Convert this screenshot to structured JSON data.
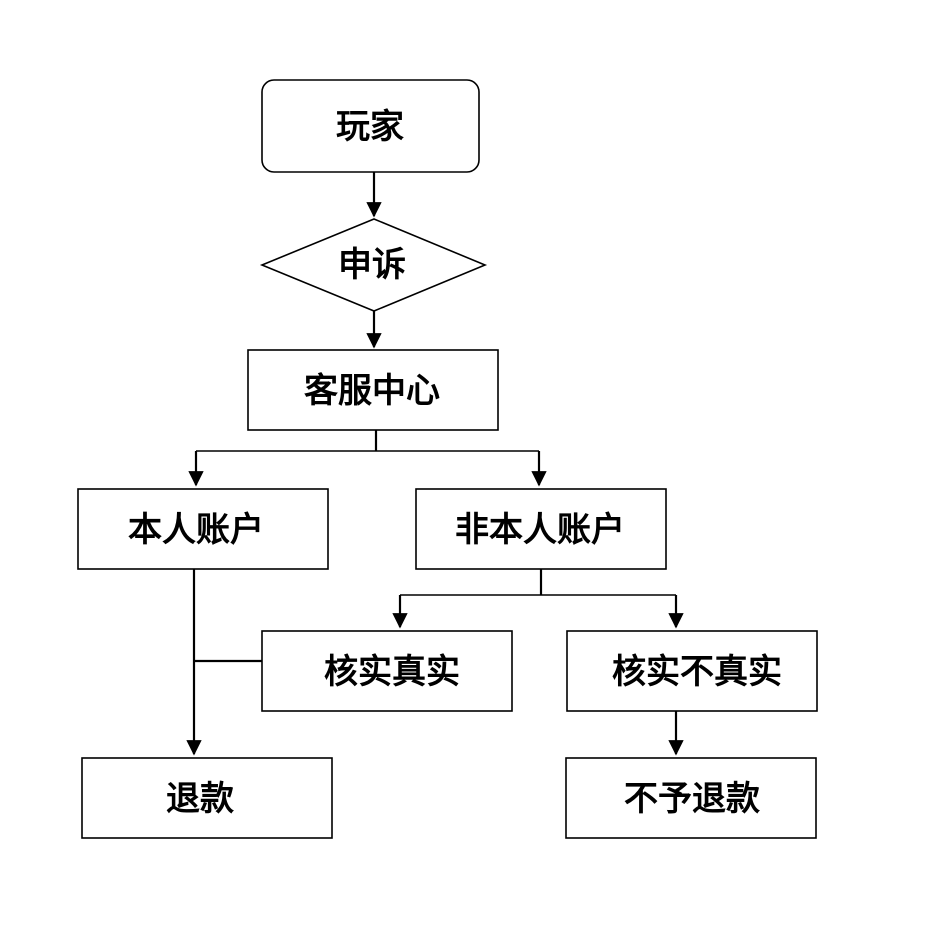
{
  "diagram": {
    "nodes": {
      "player": "玩家",
      "appeal": "申诉",
      "service_center": "客服中心",
      "own_account": "本人账户",
      "other_account": "非本人账户",
      "verified_true": "核实真实",
      "verified_false": "核实不真实",
      "refund": "退款",
      "no_refund": "不予退款"
    }
  }
}
